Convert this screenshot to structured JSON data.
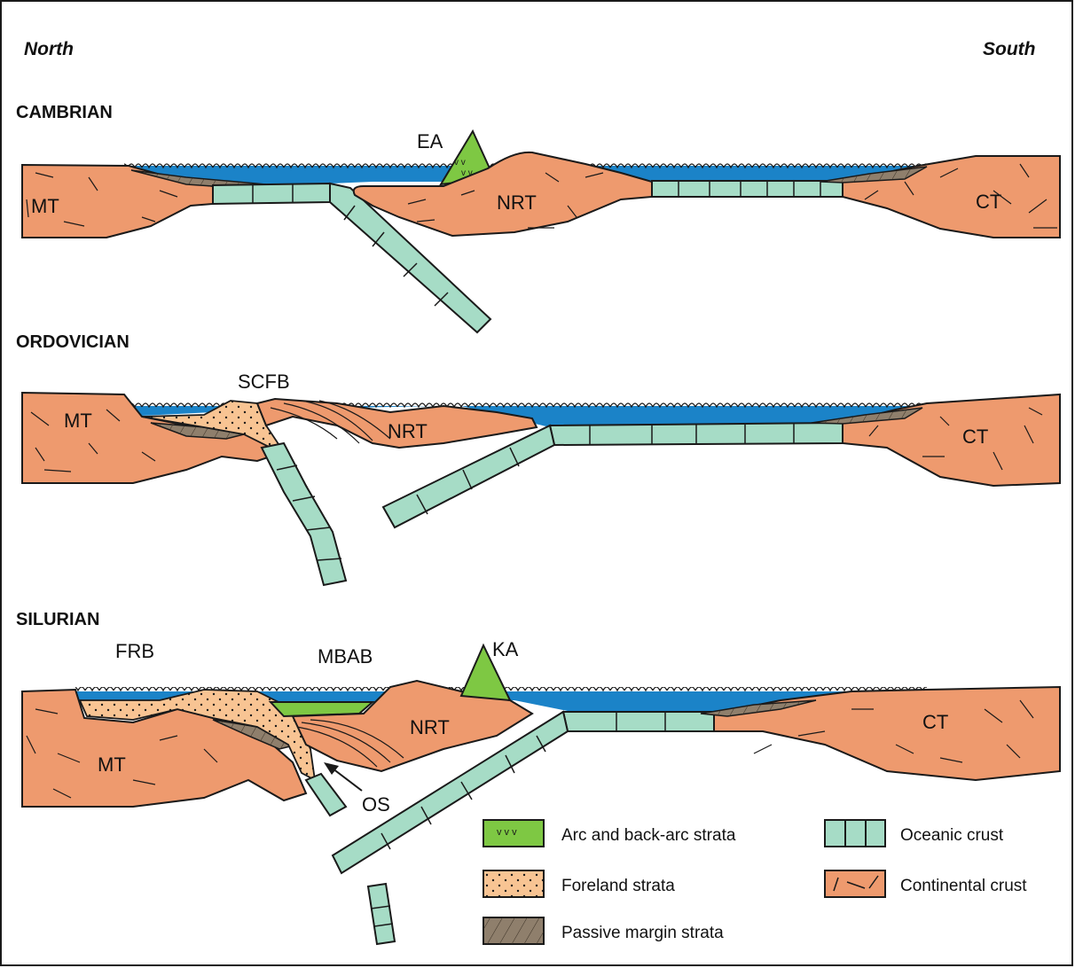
{
  "directions": {
    "left": "North",
    "right": "South"
  },
  "sections": {
    "cambrian": {
      "title": "CAMBRIAN",
      "labels": {
        "mt": "MT",
        "ea": "EA",
        "nrt": "NRT",
        "ct": "CT"
      }
    },
    "ordovician": {
      "title": "ORDOVICIAN",
      "labels": {
        "scfb": "SCFB",
        "mt": "MT",
        "nrt": "NRT",
        "ct": "CT"
      }
    },
    "silurian": {
      "title": "SILURIAN",
      "labels": {
        "frb": "FRB",
        "mbab": "MBAB",
        "ka": "KA",
        "nrt": "NRT",
        "ct": "CT",
        "mt": "MT",
        "os": "OS"
      }
    }
  },
  "legend": {
    "arc": "Arc and back-arc strata",
    "foreland": "Foreland strata",
    "passive": "Passive margin strata",
    "oceanic": "Oceanic crust",
    "continental": "Continental crust"
  },
  "colors": {
    "continental_crust": "#ee9a6e",
    "oceanic_crust": "#a6dcc6",
    "sea": "#1b83c8",
    "passive_margin": "#8f7f6c",
    "foreland": "#f8c493",
    "arc": "#7ec843"
  }
}
